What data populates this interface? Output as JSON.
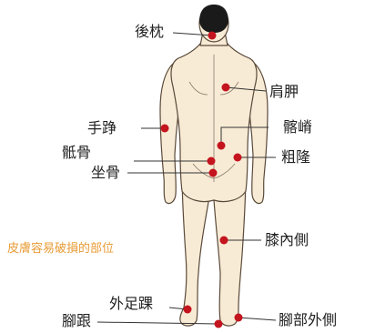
{
  "caption": "皮膚容易破損的部位",
  "labels": {
    "occiput": "後枕",
    "scapula": "肩胛",
    "elbow": "手踭",
    "iliac_crest": "髂嵴",
    "coccyx": "骶骨",
    "greater_trochanter": "粗隆",
    "ischium": "坐骨",
    "medial_knee": "膝內側",
    "lateral_malleolus": "外足踝",
    "heel": "腳跟",
    "lateral_foot": "腳部外側"
  },
  "colors": {
    "skin": "#f8ebd5",
    "outline": "#5a4a3a",
    "hair": "#1a1a1a",
    "marker": "#c4141e",
    "leader": "#333333",
    "caption": "#e89b35"
  }
}
